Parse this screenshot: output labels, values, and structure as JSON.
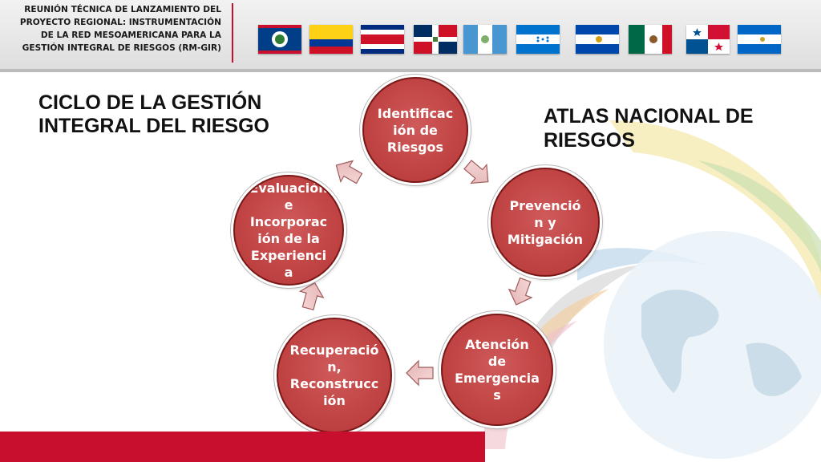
{
  "header": {
    "title": "REUNIÓN TÉCNICA DE LANZAMIENTO DEL PROYECTO REGIONAL: INSTRUMENTACIÓN DE LA RED MESOAMERICANA PARA LA GESTIÓN INTEGRAL DE RIESGOS (RM-GIR)",
    "flags": [
      "belize-flag-icon",
      "colombia-flag-icon",
      "costa-rica-flag-icon",
      "dominican-republic-flag-icon",
      "guatemala-flag-icon",
      "honduras-flag-icon",
      "el-salvador-flag-icon",
      "mexico-flag-icon",
      "panama-flag-icon",
      "nicaragua-flag-icon"
    ]
  },
  "slide": {
    "title_left": "CICLO DE LA GESTIÓN\nINTEGRAL DEL RIESGO",
    "title_right": "ATLAS NACIONAL DE\nRIESGOS"
  },
  "cycle": {
    "identificacion": "Identificac\nión de\nRiesgos",
    "prevencion": "Prevenció\nn y\nMitigación",
    "atencion": "Atención\nde\nEmergencia\ns",
    "recuperacion": "Recuperació\nn,\nReconstrucc\nión",
    "evaluacion": "Evaluación\ne\nIncorporac\nión de la\nExperienci\na"
  },
  "colors": {
    "accent_red": "#c8102e",
    "node_fill": "#c24545",
    "node_border": "#7a1818"
  }
}
